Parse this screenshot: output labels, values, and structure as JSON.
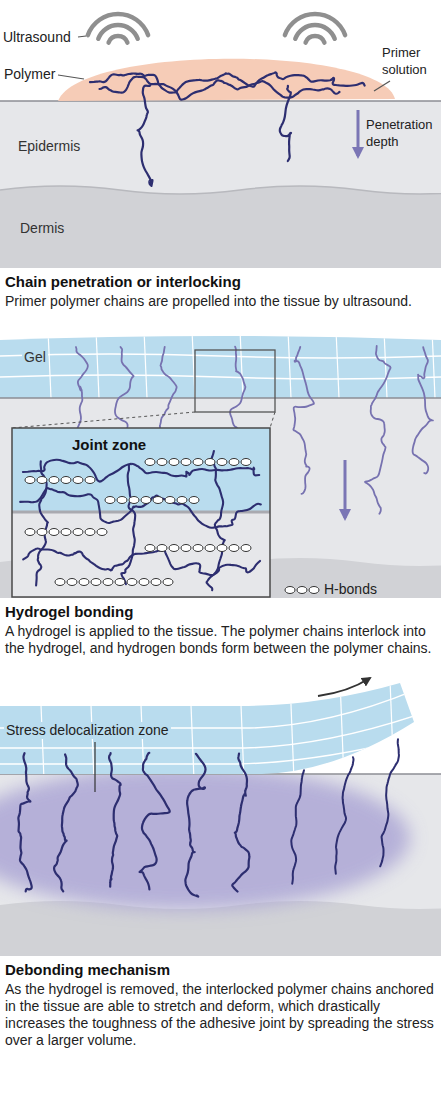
{
  "diagram": {
    "nodes": [
      {
        "text": [
          "Chain penetration or interlocking",
          "Primer polymer chains are propelled into the tissue by ultrasound."
        ]
      },
      {
        "text": [
          "Epidermis"
        ],
        "in": 0
      },
      {
        "text": [
          "Dermis"
        ],
        "in": 0
      },
      {
        "text": [
          "Hydrogel bonding",
          "A hydrogel is applied to the tissue. The polymer chains interlock into the hydrogel, and hydrogen bonds form between the polymer chains."
        ]
      },
      {
        "text": [
          "Gel"
        ],
        "in": 3
      },
      {
        "text": [
          "Joint zone"
        ],
        "in": 3
      },
      {
        "text": [
          "Debonding mechanism",
          "As the hydrogel is removed, the interlocked polymer chains anchored in the tissue are able to stretch and deform, which drastically increases the toughness of the adhesive joint by spreading the stress over a larger volume."
        ]
      }
    ],
    "labels": [
      "Ultrasound",
      "Polymer",
      "Primer solution",
      "Penetration depth",
      "Stress delocalization zone"
    ],
    "legend": [
      {
        "text": "H-bonds"
      }
    ]
  }
}
